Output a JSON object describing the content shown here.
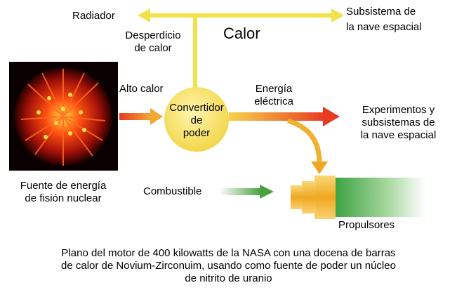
{
  "labels": {
    "radiator": "Radiador",
    "heat": "Calor",
    "subsystem": [
      "Subsistema de",
      "la nave espacial"
    ],
    "waste_heat": [
      "Desperdicio",
      "de calor"
    ],
    "high_heat": "Alto calor",
    "converter": [
      "Convertidor",
      "de",
      "poder"
    ],
    "electric": [
      "Energía",
      "eléctrica"
    ],
    "experiments": [
      "Experimentos y",
      "subsistemas de",
      "la nave espacial"
    ],
    "source": [
      "Fuente de energía",
      "de fisión nuclear"
    ],
    "fuel": "Combustible",
    "thrusters": "Propulsores"
  },
  "caption": [
    "Plano del motor de 400 kilowatts de la NASA con una docena de barras",
    "de calor de Novium-Zirconuim, usando como fuente de poder un núcleo",
    "de nitrito de uranio"
  ],
  "colors": {
    "heat_arrow": "#f2e14a",
    "converter_fill": "#f7e06a",
    "electric_arrow": "#e8402a",
    "fuel_arrow": "#5fae4a",
    "thruster_body": "#f0b030",
    "core": "#e83010"
  }
}
